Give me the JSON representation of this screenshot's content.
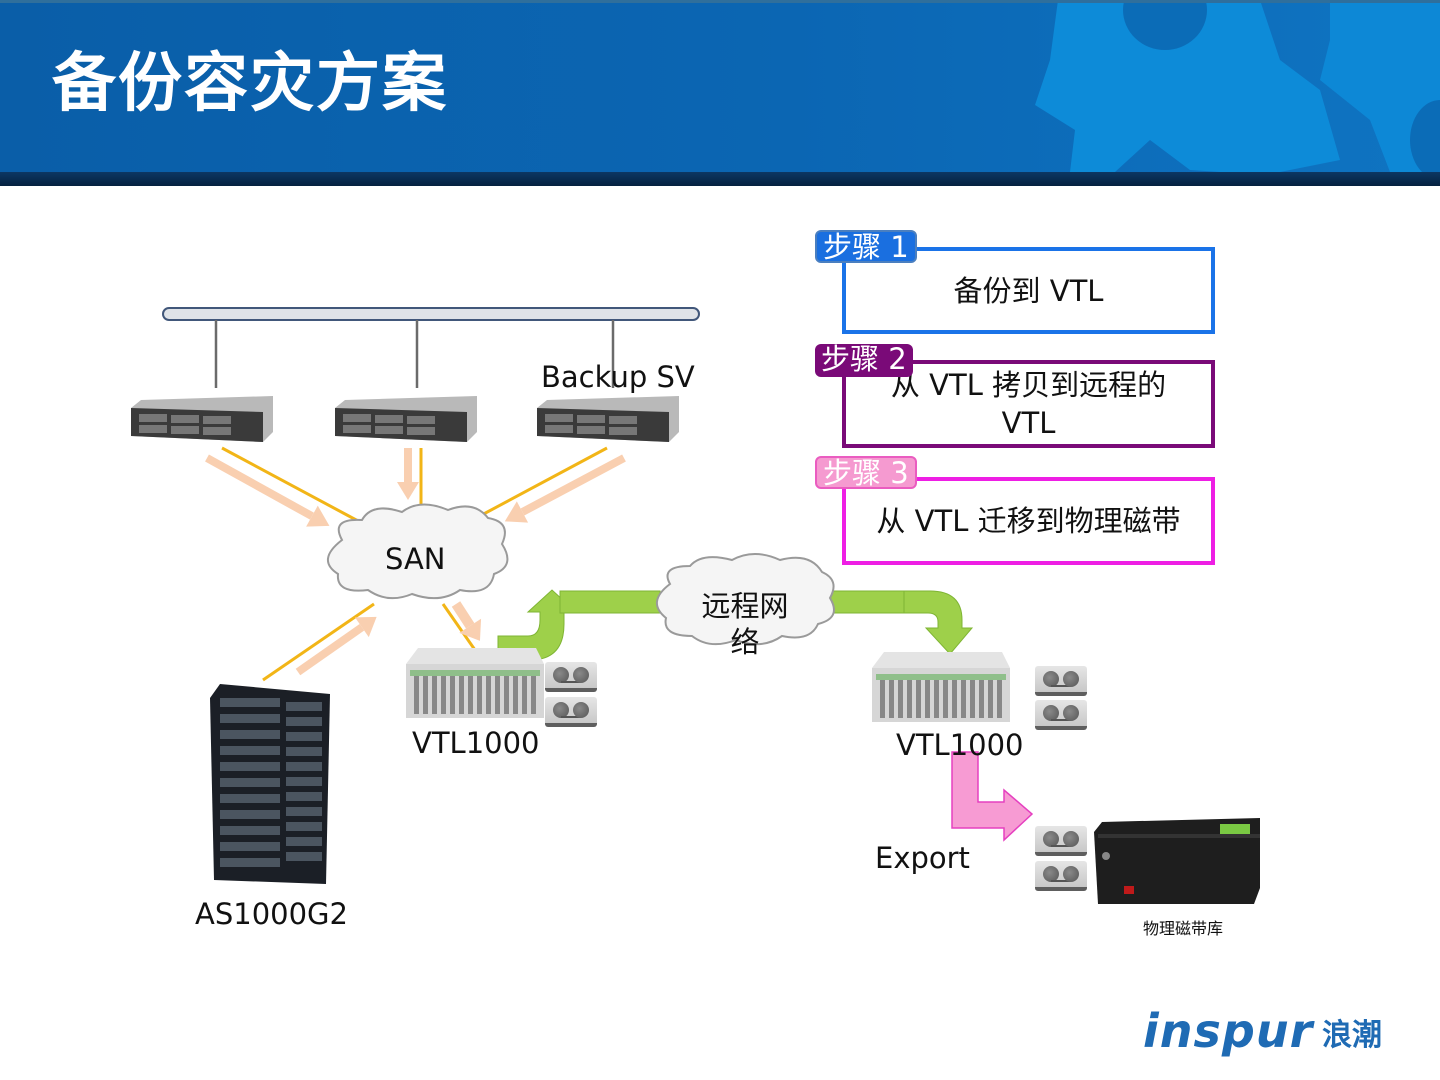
{
  "header": {
    "title": "备份容灾方案",
    "colors": {
      "banner": "#0b66b3",
      "banner_dark": "#05213f",
      "gear": "#0d8bd8"
    }
  },
  "steps": [
    {
      "tag": "步骤  1",
      "text": "备份到 VTL",
      "color": "#1a73e8",
      "tag_color": "#1a6fe0"
    },
    {
      "tag": "步骤 2",
      "text": "从 VTL 拷贝到远程的 VTL",
      "color": "#7a0a78",
      "tag_color": "#7a0a78"
    },
    {
      "tag": "步骤 3",
      "text": "从 VTL 迁移到物理磁带",
      "color": "#ee1ee4",
      "tag_color": "#f59ad0"
    }
  ],
  "diagram": {
    "lan_bus_icon": "network-bus",
    "backup_server_label": "Backup SV",
    "servers": [
      "server-1",
      "server-2",
      "server-3"
    ],
    "san_label": "SAN",
    "remote_network_label": "远程网络",
    "vtl_left_label": "VTL1000",
    "vtl_right_label": "VTL1000",
    "storage_label": "AS1000G2",
    "export_label": "Export",
    "tape_library_label": "物理磁带库",
    "colors": {
      "replication_arrow": "#9ed04a",
      "export_arrow": "#f79bd3",
      "san_link": "#f2b517",
      "data_flow_arrow": "#f9cfb0"
    }
  },
  "footer": {
    "logo_text": "inspur",
    "logo_cn": "浪潮",
    "logo_color": "#1f6bb4"
  }
}
